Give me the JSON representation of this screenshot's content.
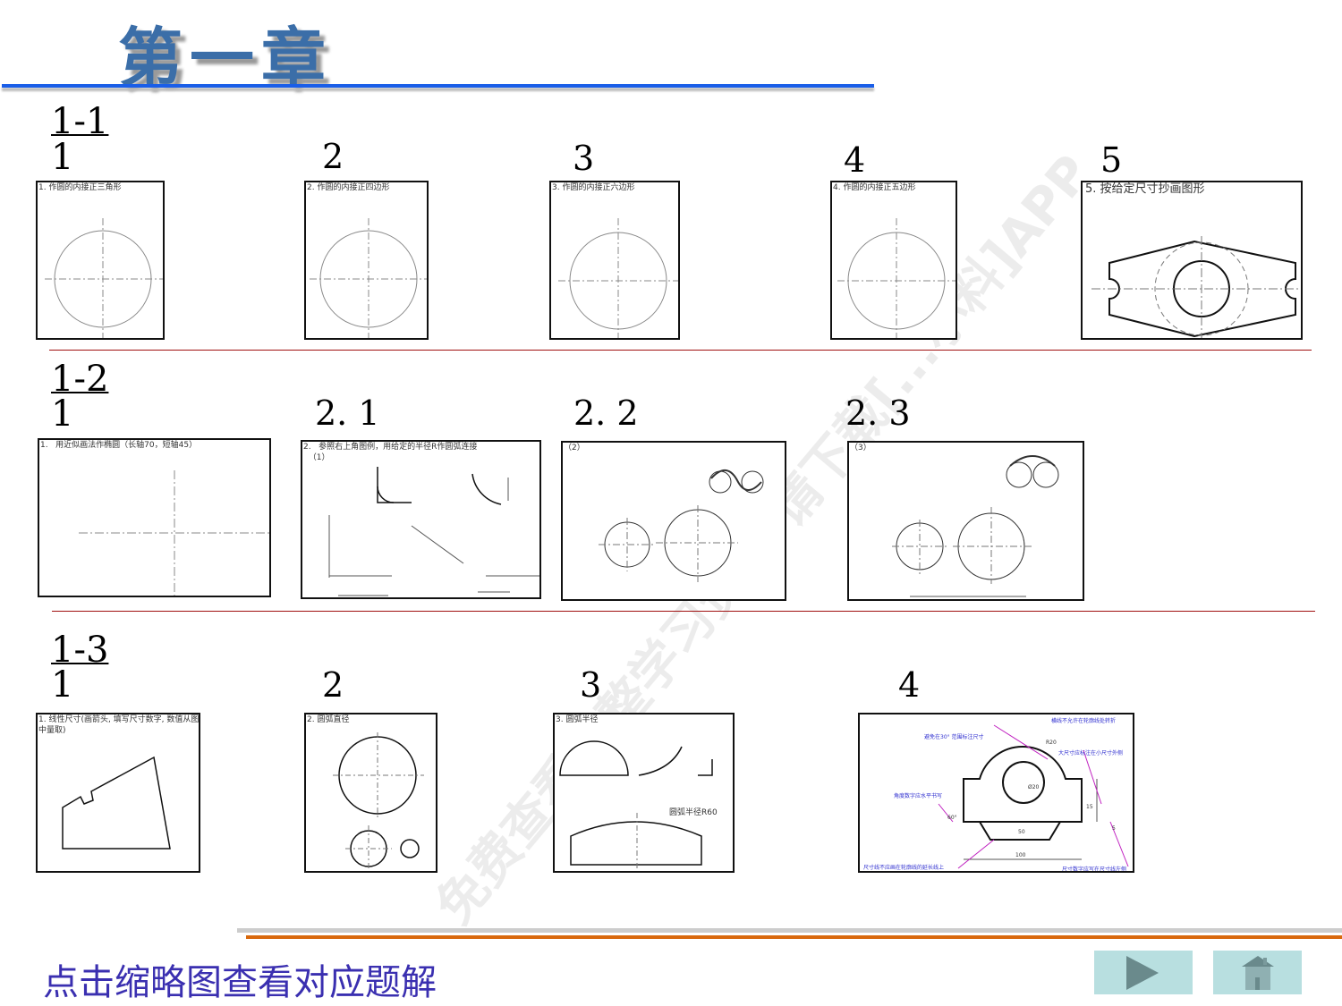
{
  "title": "第一章",
  "sections": [
    {
      "label": "1-1",
      "first": "1",
      "numbers": [
        "2",
        "3",
        "4",
        "5"
      ],
      "captions": [
        "1. 作圆的内接正三角形",
        "2. 作圆的内接正四边形",
        "3. 作圆的内接正六边形",
        "4. 作圆的内接正五边形",
        "5. 按给定尺寸抄画图形"
      ]
    },
    {
      "label": "1-2",
      "first": "1",
      "numbers": [
        "2. 1",
        "2. 2",
        "2. 3"
      ],
      "captions": [
        "1.   用近似画法作椭圆（长轴70，短轴45）",
        "2.   参照右上角图例，用给定的半径R作圆弧连接\n  （1）",
        "（2）",
        "（3）"
      ]
    },
    {
      "label": "1-3",
      "first": "1",
      "numbers": [
        "2",
        "3",
        "4"
      ],
      "captions": [
        "1. 线性尺寸(画箭头, 填写尺寸数字, 数值从图中量取)",
        "2. 圆弧直径",
        "3. 圆弧半径",
        "圆弧半径R60"
      ],
      "annotations": [
        "避免在30° 范围标注尺寸",
        "横线不允许在轮廓线处转折",
        "大尺寸应标注在小尺寸外侧",
        "角度数字应水平书写",
        "尺寸线不应画在轮廓线的延长线上",
        "尺寸数字应写在尺寸线左侧",
        "R20",
        "Ø20",
        "50",
        "100",
        "15",
        "5",
        "60°"
      ]
    }
  ],
  "footer": {
    "hint": "点击缩略图查看对应题解",
    "next_icon": "play-triangle",
    "home_icon": "house"
  },
  "watermark": "免费查看完整学习资料 请下载[...小料]APP",
  "colors": {
    "title": "#3b6ea8",
    "title_rule": "#1a5ee8",
    "divider": "#a01010",
    "hint": "#3a2fb0",
    "button": "#b8dfe0",
    "footer_rule": "#d8680c",
    "annotation": "#c020c0"
  }
}
